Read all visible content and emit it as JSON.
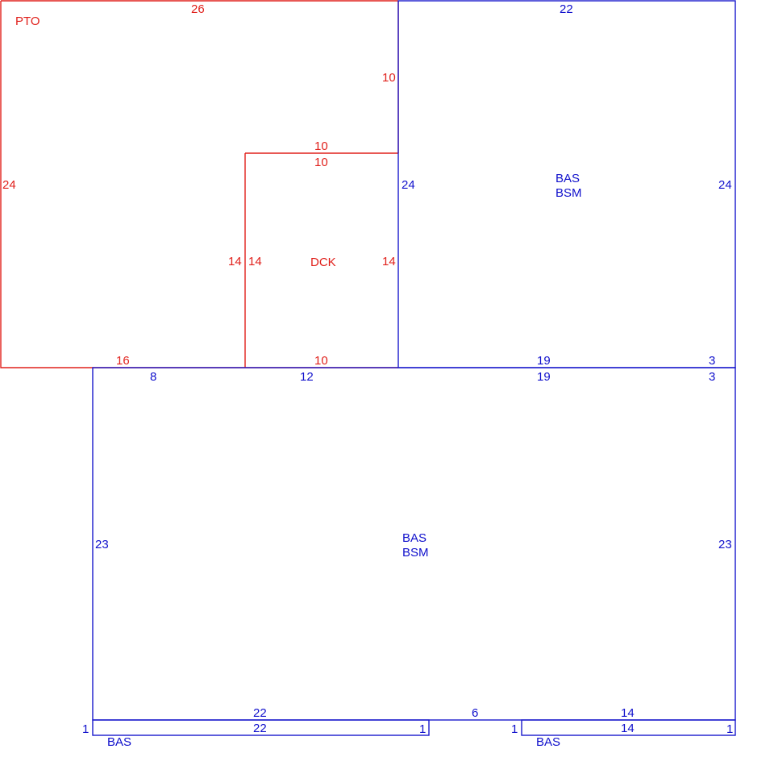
{
  "colors": {
    "exterior_area": "#e0201b",
    "living_area": "#1a1acc",
    "background": "#ffffff"
  },
  "areas": {
    "patio": {
      "code": "PTO",
      "dims": {
        "top": "26",
        "left": "24",
        "right": "10",
        "bottom": "16"
      }
    },
    "deck": {
      "code": "DCK",
      "dims": {
        "top_outer": "10",
        "top_inner": "10",
        "left_outer": "14",
        "left_inner": "14",
        "right": "14",
        "bottom": "10"
      }
    },
    "upper_main": {
      "code_1": "BAS",
      "code_2": "BSM",
      "dims": {
        "top": "22",
        "left": "24",
        "right": "24",
        "bottom_a": "19",
        "bottom_b": "3"
      }
    },
    "lower_main": {
      "code_1": "BAS",
      "code_2": "BSM",
      "dims": {
        "top_a": "8",
        "top_b": "12",
        "top_c": "19",
        "top_d": "3",
        "left": "23",
        "right": "23",
        "bottom_a": "22",
        "bottom_gap": "6",
        "bottom_b": "14"
      }
    },
    "bump_left": {
      "code": "BAS",
      "dims": {
        "top": "22",
        "left": "1",
        "right": "1"
      }
    },
    "bump_right": {
      "code": "BAS",
      "dims": {
        "top": "14",
        "left": "1",
        "right": "1"
      }
    }
  }
}
